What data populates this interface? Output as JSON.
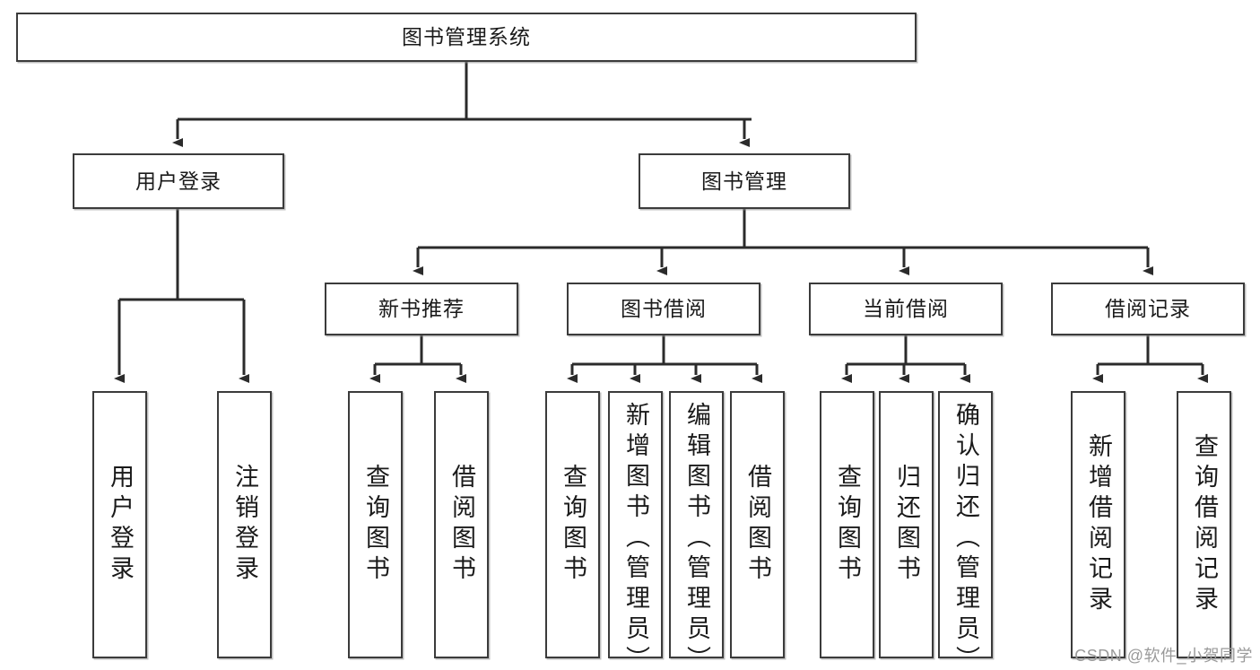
{
  "diagram": {
    "title": "图书管理系统",
    "type": "tree-hierarchy",
    "watermark": "CSDN @软件_小贺同学",
    "colors": {
      "box_border": "#3b3b3b",
      "box_fill": "#ffffff",
      "connector": "#2b2b2b",
      "watermark": "#9a9a9a"
    },
    "root": {
      "label": "图书管理系统"
    },
    "level2": [
      {
        "label": "用户登录"
      },
      {
        "label": "图书管理"
      }
    ],
    "level3": [
      {
        "label": "新书推荐"
      },
      {
        "label": "图书借阅"
      },
      {
        "label": "当前借阅"
      },
      {
        "label": "借阅记录"
      }
    ],
    "leaves": {
      "user_login": [
        {
          "label": "用户登录"
        },
        {
          "label": "注销登录"
        }
      ],
      "new_book_recommend": [
        {
          "label": "查询图书"
        },
        {
          "label": "借阅图书"
        }
      ],
      "book_borrow": [
        {
          "label": "查询图书"
        },
        {
          "label": "新增图书（管理员）"
        },
        {
          "label": "编辑图书（管理员）"
        },
        {
          "label": "借阅图书"
        }
      ],
      "current_borrow": [
        {
          "label": "查询图书"
        },
        {
          "label": "归还图书"
        },
        {
          "label": "确认归还（管理员）"
        }
      ],
      "borrow_record": [
        {
          "label": "新增借阅记录"
        },
        {
          "label": "查询借阅记录"
        }
      ]
    }
  }
}
